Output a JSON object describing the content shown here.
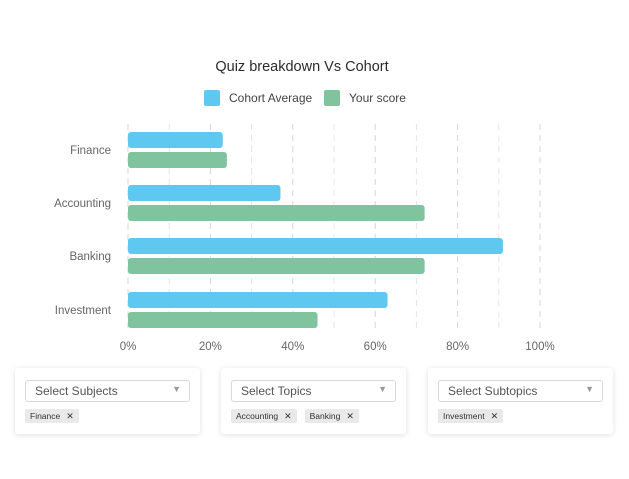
{
  "chart_data": {
    "type": "bar",
    "orientation": "horizontal",
    "title": "Quiz breakdown  Vs Cohort",
    "categories": [
      "Finance",
      "Accounting",
      "Banking",
      "Investment"
    ],
    "series": [
      {
        "name": "Cohort Average",
        "color": "#5ec8f1",
        "values": [
          23,
          37,
          91,
          63
        ]
      },
      {
        "name": "Your score",
        "color": "#7fc49f",
        "values": [
          24,
          72,
          72,
          46
        ]
      }
    ],
    "xlim": [
      0,
      100
    ],
    "x_ticks": [
      "0%",
      "20%",
      "40%",
      "60%",
      "80%",
      "100%"
    ],
    "grid": "vertical dashed",
    "legend": "top-center"
  },
  "filters": [
    {
      "placeholder": "Select Subjects",
      "chips": [
        "Finance"
      ]
    },
    {
      "placeholder": "Select Topics",
      "chips": [
        "Accounting",
        "Banking"
      ]
    },
    {
      "placeholder": "Select Subtopics",
      "chips": [
        "Investment"
      ]
    }
  ],
  "icons": {
    "caret": "caret-down-icon",
    "remove": "close-icon"
  }
}
